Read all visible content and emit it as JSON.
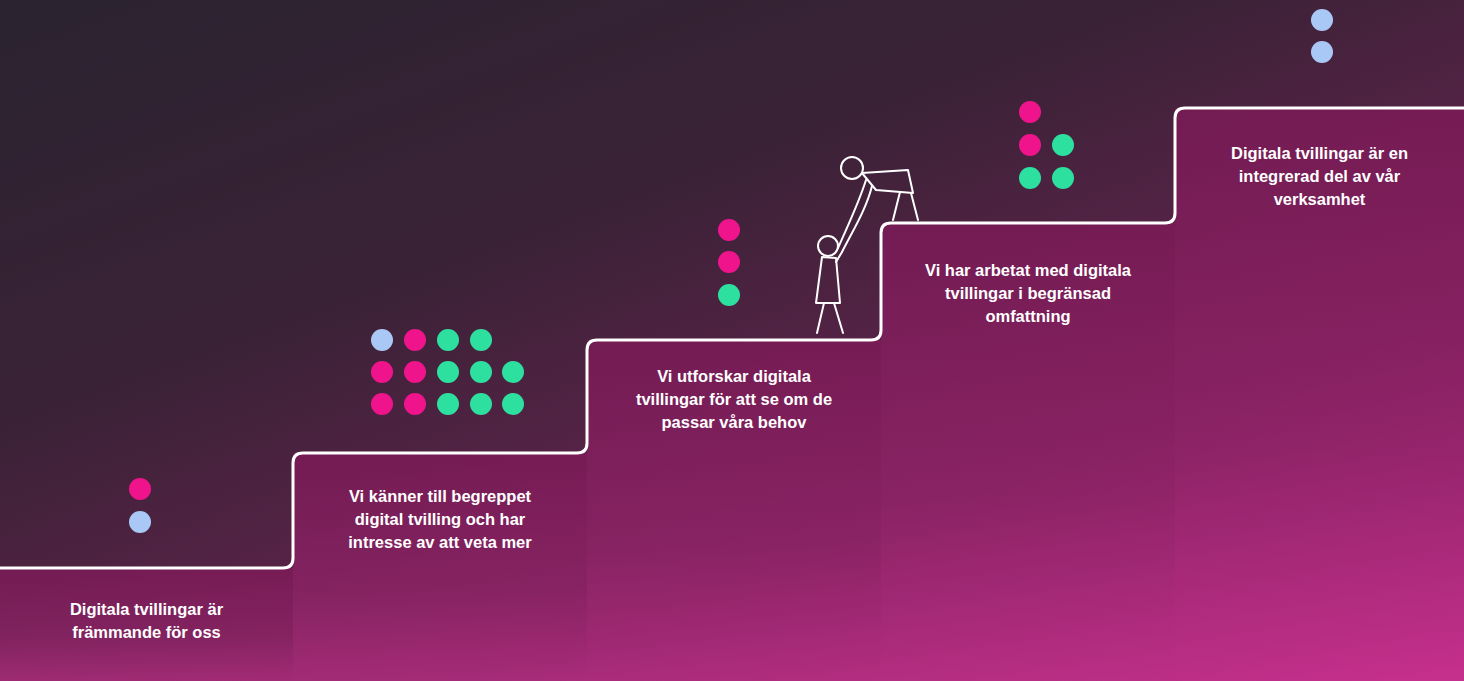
{
  "diagram": {
    "nodes": [
      {
        "text": [
          "Digitala tvillingar är främmande för oss"
        ]
      },
      {
        "text": [
          "Vi känner till begreppet digital tvilling och har intresse av att veta mer"
        ]
      },
      {
        "text": [
          "Vi utforskar digitala tvillingar för att se om de passar våra behov"
        ]
      },
      {
        "text": [
          "Vi har arbetat med digitala tvillingar i begränsad omfattning"
        ]
      },
      {
        "text": [
          "Digitala tvillingar är en integrerad del av vår verksamhet"
        ]
      }
    ]
  }
}
